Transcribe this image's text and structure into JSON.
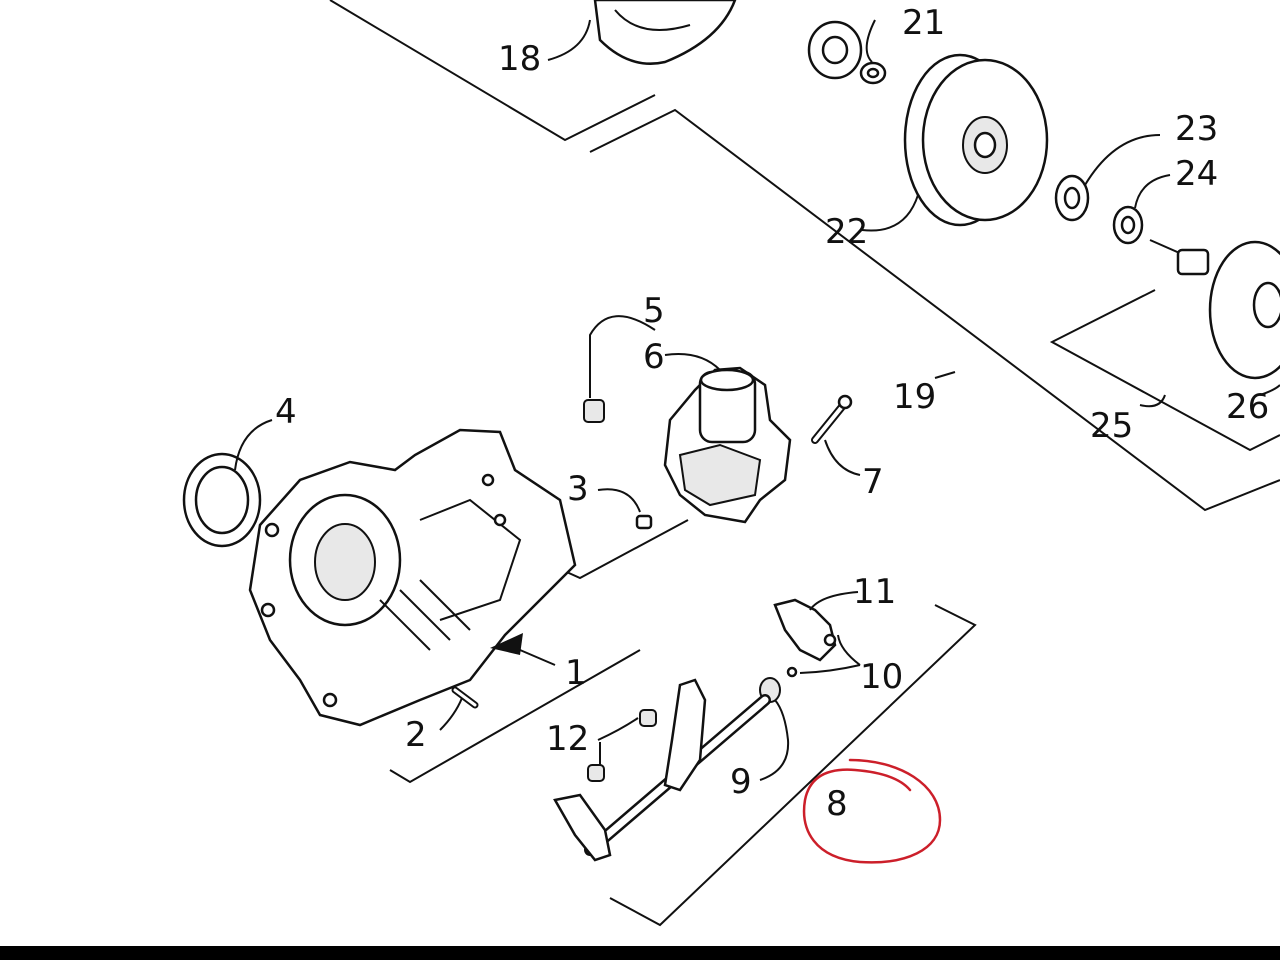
{
  "labels": {
    "l1": "1",
    "l2": "2",
    "l3": "3",
    "l4": "4",
    "l5": "5",
    "l6": "6",
    "l7": "7",
    "l8": "8",
    "l9": "9",
    "l10": "10",
    "l11": "11",
    "l12": "12",
    "l18": "18",
    "l19": "19",
    "l21": "21",
    "l22": "22",
    "l23": "23",
    "l24": "24",
    "l25": "25",
    "l26": "26"
  },
  "colors": {
    "ink": "#111111",
    "circle_annotation": "#cc1f2a",
    "background": "#ffffff"
  }
}
